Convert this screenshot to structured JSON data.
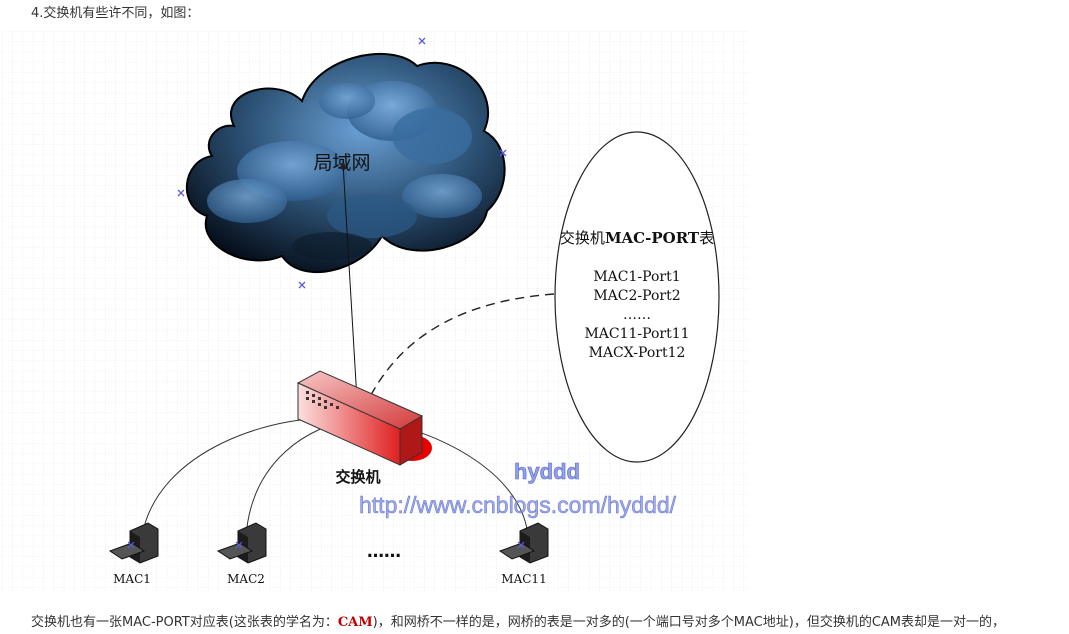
{
  "heading": "4.交换机有些许不同，如图：",
  "diagram": {
    "cloud_label": "局域网",
    "switch_label": "交换机",
    "table": {
      "title_prefix": "交换机",
      "title_bold": "MAC-PORT",
      "title_suffix": "表",
      "rows": [
        "MAC1-Port1",
        "MAC2-Port2",
        "……",
        "MAC11-Port11",
        "MACX-Port12"
      ]
    },
    "computers": [
      "MAC1",
      "MAC2",
      "MAC11"
    ],
    "ellipsis": "……",
    "watermark": {
      "name": "hyddd",
      "url": "http://www.cnblogs.com/hyddd/"
    }
  },
  "paragraph": {
    "before": "交换机也有一张MAC-PORT对应表(这张表的学名为：",
    "highlight": "CAM",
    "after": ")，和网桥不一样的是，网桥的表是一对多的(一个端口号对多个MAC地址)，但交换机的CAM表却是一对一的，"
  },
  "colors": {
    "grid": "#c8c8c8",
    "cloud_dark": "#0b1a2b",
    "cloud_light": "#5b8fc4",
    "switch_red": "#e83a3a",
    "cam_red": "#c00000",
    "watermark": "#5a6fd8"
  }
}
